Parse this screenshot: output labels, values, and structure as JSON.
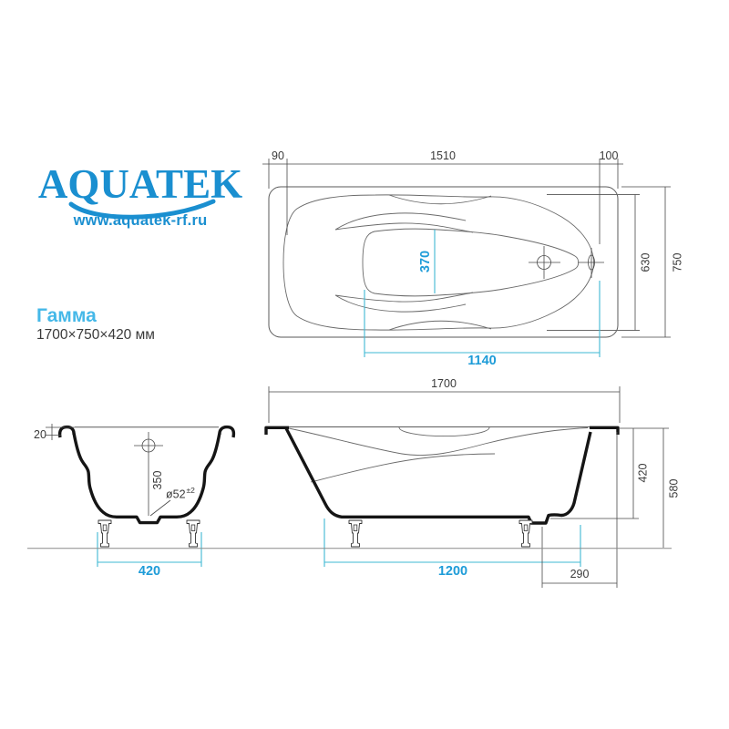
{
  "brand": {
    "name": "AQUATEK",
    "website": "www.aquatek-rf.ru"
  },
  "product": {
    "name": "Гамма",
    "size": "1700×750×420 мм"
  },
  "colors": {
    "brand_blue": "#1A8FD0",
    "product_name_blue": "#45B8E8",
    "dim_text_blue": "#1E9CD8",
    "dim_line_cyan": "#3FB9D3",
    "ink": "#3A3A3A",
    "outline_black": "#151515"
  },
  "views": {
    "top": {
      "dims": {
        "left_edge_offset": "90",
        "drain_span": "1510",
        "right_edge_offset": "100",
        "overall_width": "750",
        "inner_width": "630",
        "well_width": "370",
        "well_length": "1140"
      }
    },
    "end": {
      "dims": {
        "rim_lip": "20",
        "drain_height": "350",
        "drain_diameter": "ø52",
        "drain_diameter_tolerance": "±2",
        "feet_span": "420"
      }
    },
    "side": {
      "dims": {
        "overall_length": "1700",
        "shell_depth": "420",
        "overall_height": "580",
        "feet_span": "1200",
        "drain_offset": "290"
      }
    }
  }
}
